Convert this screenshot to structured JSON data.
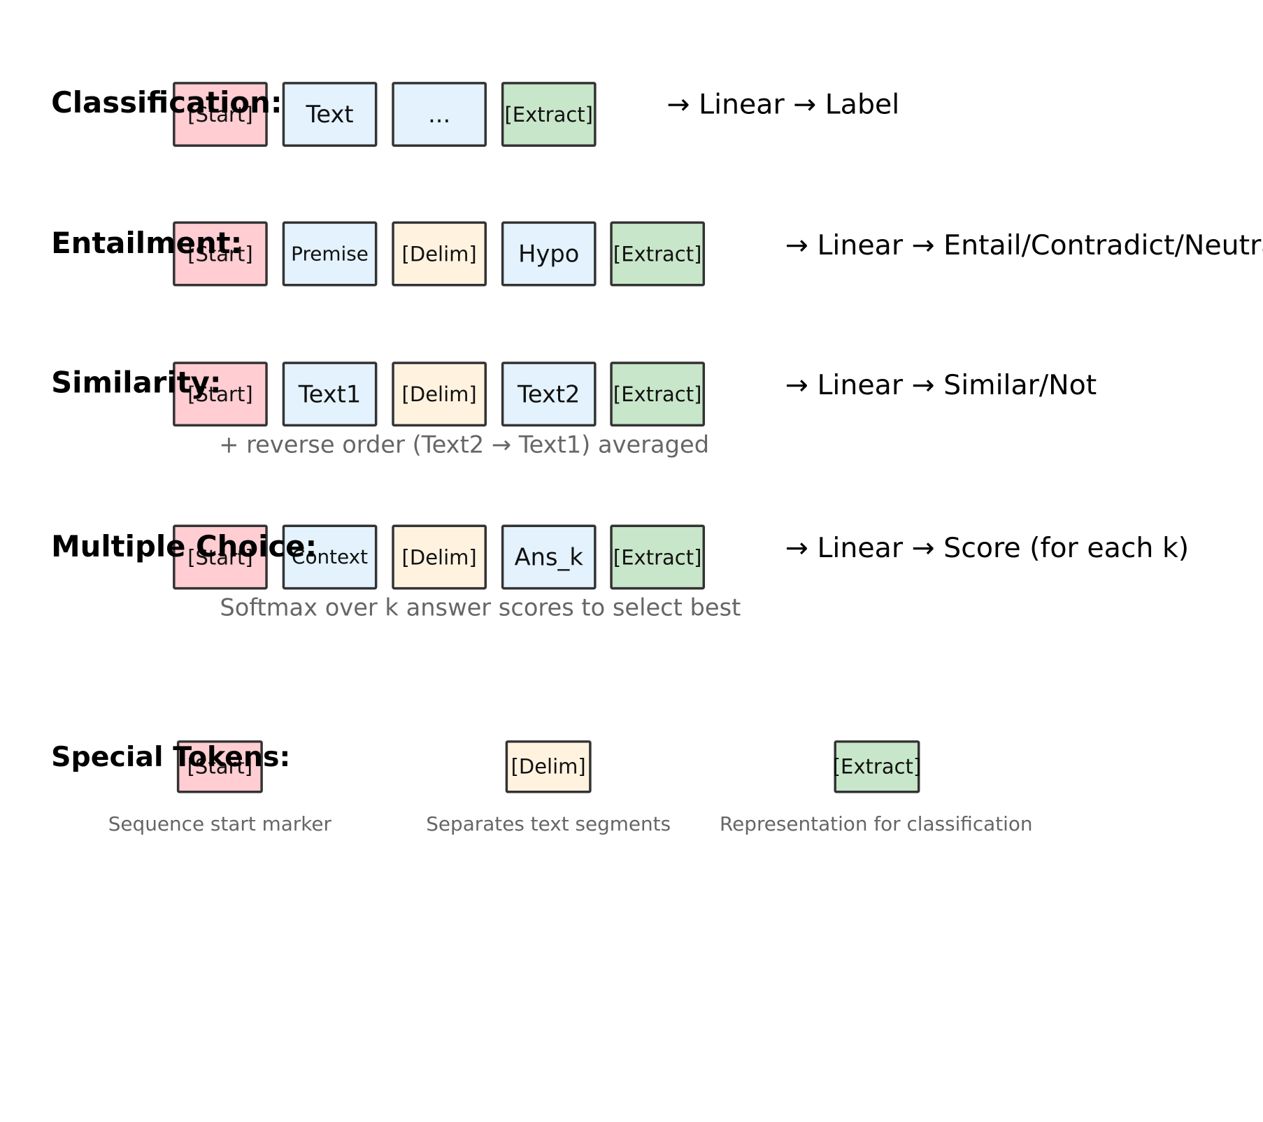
{
  "rows": {
    "classification": {
      "title": "Classification:",
      "tokens": [
        "[Start]",
        "Text",
        "...",
        "[Extract]"
      ],
      "output": "→ Linear → Label"
    },
    "entailment": {
      "title": "Entailment:",
      "tokens": [
        "[Start]",
        "Premise",
        "[Delim]",
        "Hypo",
        "[Extract]"
      ],
      "output": "→ Linear → Entail/Contradict/Neutral"
    },
    "similarity": {
      "title": "Similarity:",
      "tokens": [
        "[Start]",
        "Text1",
        "[Delim]",
        "Text2",
        "[Extract]"
      ],
      "output": "→ Linear → Similar/Not",
      "note": "+ reverse order (Text2 → Text1) averaged"
    },
    "multiple_choice": {
      "title": "Multiple Choice:",
      "tokens": [
        "[Start]",
        "Context",
        "[Delim]",
        "Ans_k",
        "[Extract]"
      ],
      "output": "→ Linear → Score (for each k)",
      "note": "Softmax over k answer scores to select best"
    }
  },
  "legend": {
    "title": "Special Tokens:",
    "items": [
      {
        "token": "[Start]",
        "description": "Sequence start marker"
      },
      {
        "token": "[Delim]",
        "description": "Separates text segments"
      },
      {
        "token": "[Extract]",
        "description": "Representation for classification"
      }
    ]
  },
  "colors": {
    "start": "#ffcdd2",
    "text": "#e3f2fd",
    "delim": "#fff3e0",
    "extract": "#c8e6c9",
    "border": "#333333",
    "note": "#666666"
  }
}
